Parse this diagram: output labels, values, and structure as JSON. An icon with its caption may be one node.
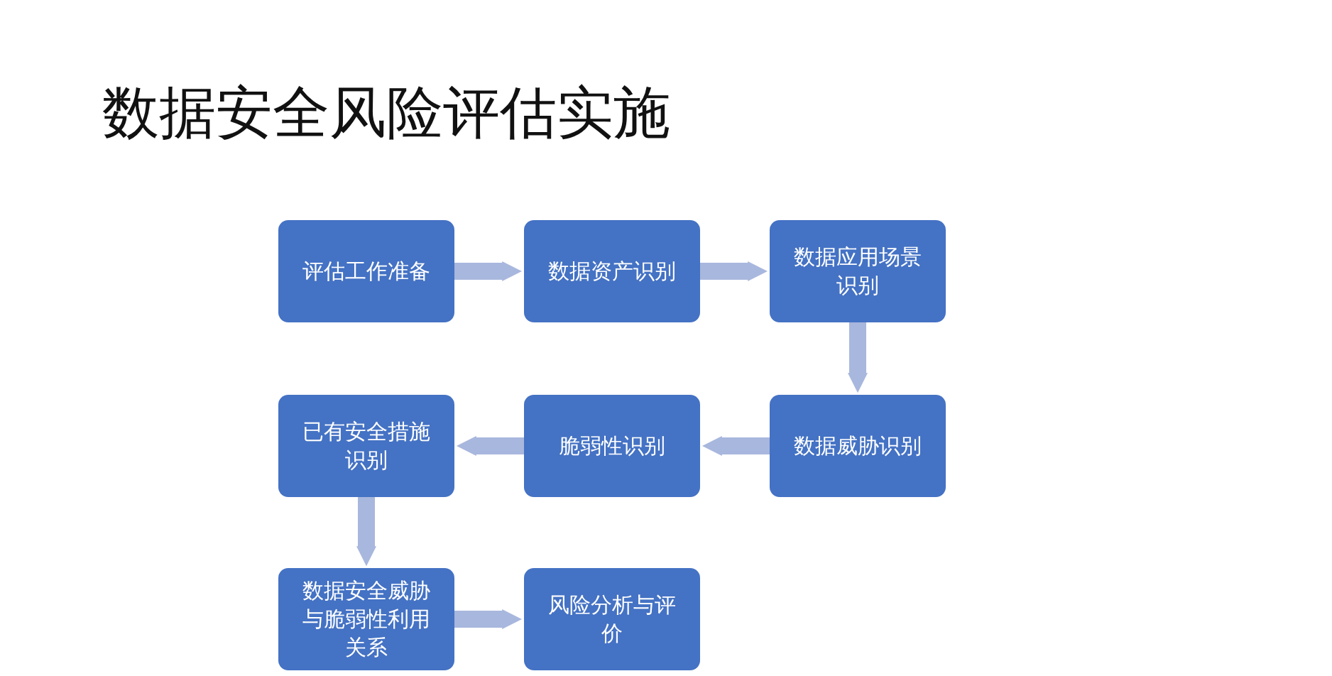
{
  "diagram": {
    "title": "数据安全风险评估实施",
    "nodes": [
      {
        "text": [
          "评估工作准备"
        ]
      },
      {
        "text": [
          "数据资产识别"
        ]
      },
      {
        "text": [
          "数据应用场景识别"
        ]
      },
      {
        "text": [
          "已有安全措施识别"
        ]
      },
      {
        "text": [
          "脆弱性识别"
        ]
      },
      {
        "text": [
          "数据威胁识别"
        ]
      },
      {
        "text": [
          "数据安全威胁与脆弱性利用关系"
        ]
      },
      {
        "text": [
          "风险分析与评价"
        ]
      }
    ],
    "edges": [
      {
        "from": 0,
        "to": 1,
        "arrow": "to"
      },
      {
        "from": 1,
        "to": 2,
        "arrow": "to"
      },
      {
        "from": 2,
        "to": 5,
        "arrow": "to"
      },
      {
        "from": 5,
        "to": 4,
        "arrow": "to"
      },
      {
        "from": 4,
        "to": 3,
        "arrow": "to"
      },
      {
        "from": 3,
        "to": 6,
        "arrow": "to"
      },
      {
        "from": 6,
        "to": 7,
        "arrow": "to"
      }
    ]
  }
}
